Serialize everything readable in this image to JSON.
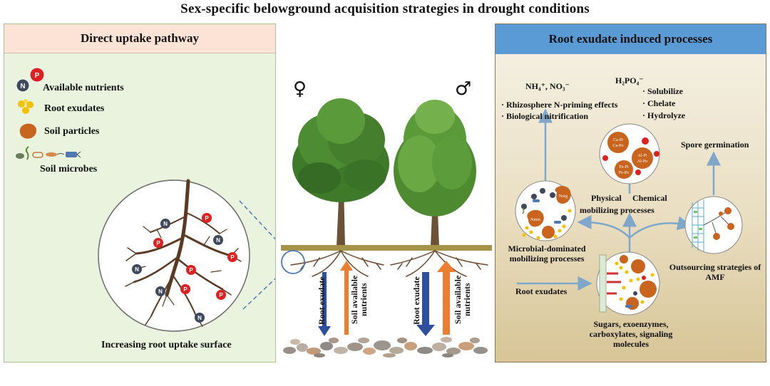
{
  "title": "Sex-specific belowground  acquisition strategies  in drought conditions",
  "left_panel": {
    "header": "Direct uptake pathway",
    "legend": [
      {
        "label": "Available nutrients"
      },
      {
        "label": "Root exudates"
      },
      {
        "label": "Soil particles"
      },
      {
        "label": "Soil microbes"
      }
    ],
    "bottom_caption": "Increasing root uptake surface"
  },
  "nutrient_symbols": {
    "nitrogen": "N",
    "phosphorus": "P"
  },
  "center": {
    "female_symbol": "♀",
    "male_symbol": "♂",
    "female_arrows": {
      "down": "Root exudate",
      "up": "Soil available nutrients"
    },
    "male_arrows": {
      "down": "Root exudate",
      "up": "Soil available nutrients"
    }
  },
  "right_panel": {
    "header": "Root exudate induced processes",
    "nh4_no3": "NH₄⁺, NO₃⁻",
    "h2po4": "H₂PO₄⁻",
    "solubilize": "· Solubilize",
    "chelate": "· Chelate",
    "hydrolyze": "· Hydrolyze",
    "n_priming": "· Rhizosphere  N-priming effects",
    "nitrification": "· Biological nitrification",
    "spore": "Spore germination",
    "physical": "Physical",
    "chemical": "Chemical",
    "mobilizing": "mobilizing  processes",
    "microbial": "Microbial-dominated mobilizing processes",
    "outsourcing": "Outsourcing strategies of AMF",
    "root_exudates": "Root exudates",
    "sugars": "Sugars, exoenzymes, carboxylates, signaling molecules",
    "chem_labels": [
      "Ca-Pi",
      "Ca-Po",
      "Al-Pi",
      "Al-Po",
      "Fe-Pi",
      "Fe-Po"
    ],
    "micro_labels": [
      "Norg",
      "Nmin"
    ]
  },
  "colors": {
    "left_bg": "#e9f3de",
    "left_header_bg": "#fce3d5",
    "right_header_bg": "#5b9bd5",
    "nitrogen": "#3e4a5c",
    "phosphorus": "#e02020",
    "exudate": "#f2c200",
    "soil_particle": "#c8641e",
    "down_arrow": "#2e4f9c",
    "up_arrow": "#ed7d31",
    "flow_arrow": "#7fa7c9"
  }
}
